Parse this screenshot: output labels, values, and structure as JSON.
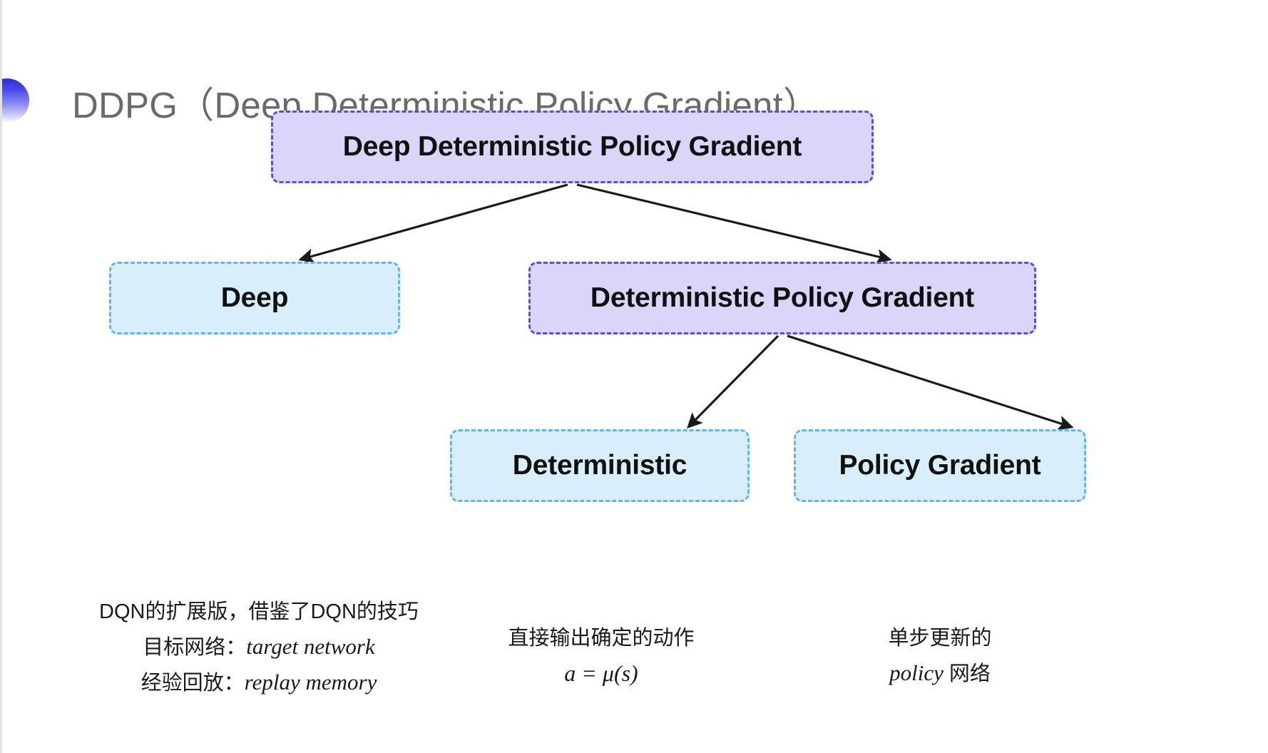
{
  "slide": {
    "title": "DDPG（Deep Deterministic Policy Gradient）",
    "background_color": "#ffffff"
  },
  "colors": {
    "purple_fill": "#d9d6f9",
    "purple_border": "#5a4fd4",
    "blue_fill": "#d8eefb",
    "blue_border": "#64b5e6",
    "title_text": "#6a6a6a",
    "body_text": "#101010",
    "arrow": "#1a1a1a",
    "bullet_gradient_from": "#2b2bdd",
    "bullet_gradient_to": "#ffffff"
  },
  "diagram": {
    "nodes": [
      {
        "id": "root",
        "label": "Deep Deterministic Policy Gradient",
        "style": "purple"
      },
      {
        "id": "deep",
        "label": "Deep",
        "style": "blue"
      },
      {
        "id": "dpg",
        "label": "Deterministic Policy Gradient",
        "style": "purple"
      },
      {
        "id": "det",
        "label": "Deterministic",
        "style": "blue"
      },
      {
        "id": "pg",
        "label": "Policy Gradient",
        "style": "blue"
      }
    ],
    "edges": [
      {
        "from": "root",
        "to": "deep"
      },
      {
        "from": "root",
        "to": "dpg"
      },
      {
        "from": "dpg",
        "to": "det"
      },
      {
        "from": "dpg",
        "to": "pg"
      }
    ]
  },
  "captions": {
    "deep": {
      "line1": "DQN的扩展版，借鉴了DQN的技巧",
      "line2_label": "目标网络：",
      "line2_term": "target network",
      "line3_label": "经验回放：",
      "line3_term": "replay memory"
    },
    "deterministic": {
      "line1": "直接输出确定的动作",
      "formula": "a = μ(s)"
    },
    "policy_gradient": {
      "line1": "单步更新的",
      "line2_term": "policy",
      "line2_suffix": " 网络"
    }
  }
}
